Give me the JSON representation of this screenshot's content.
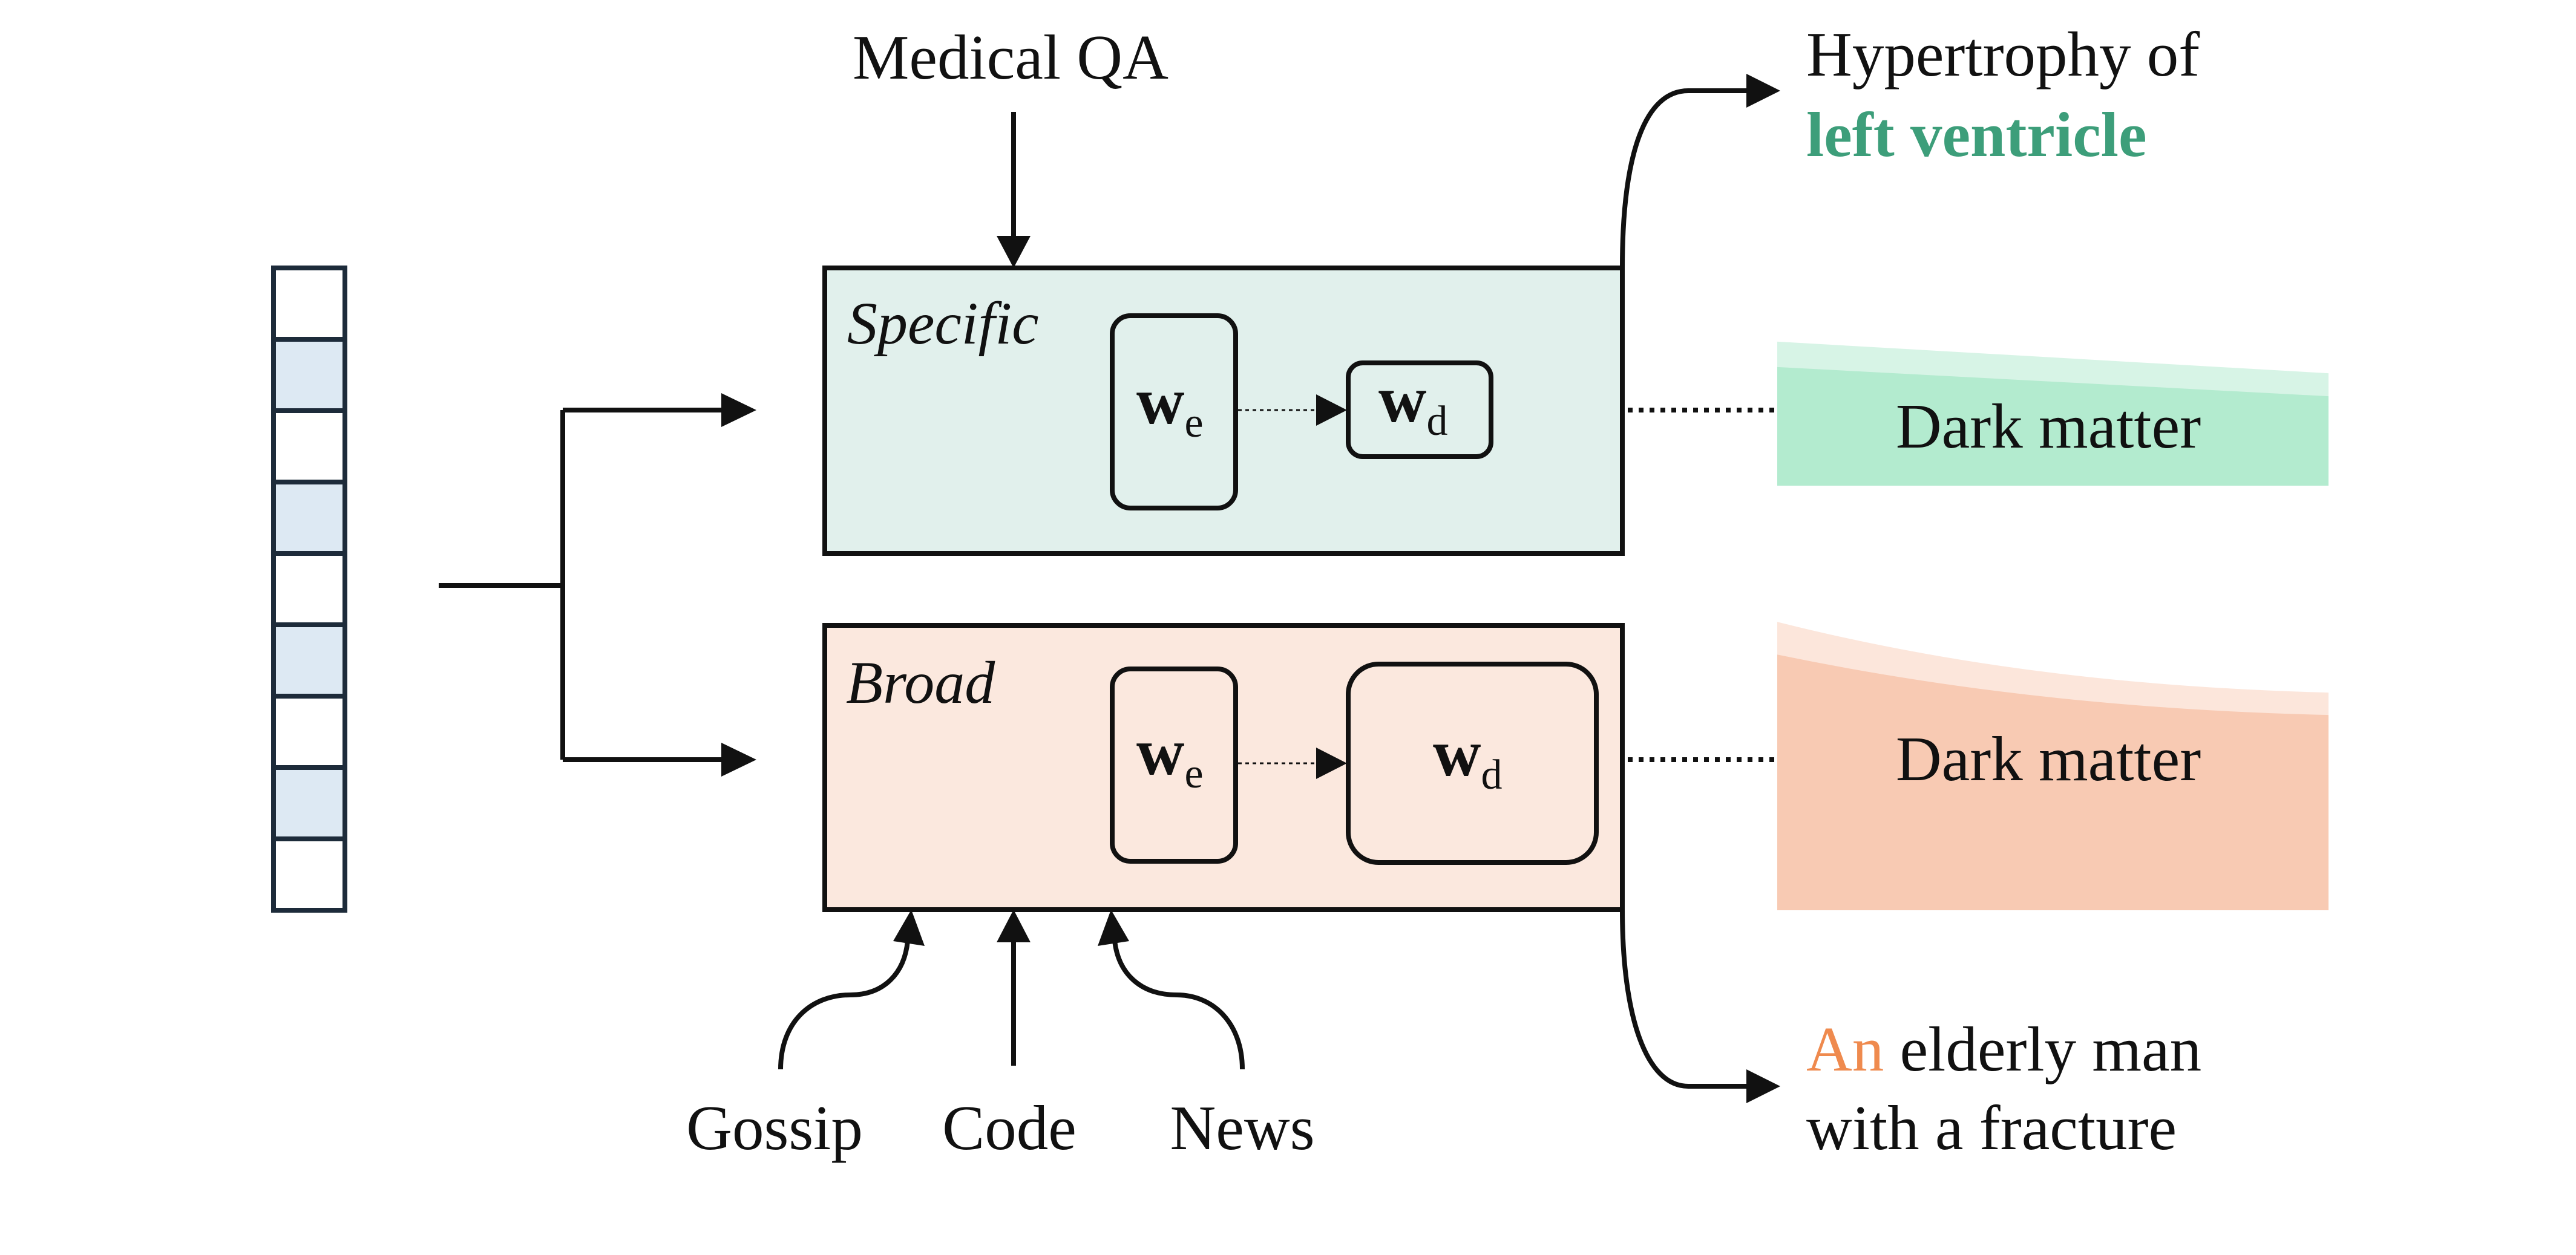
{
  "colors": {
    "specific_fill": "#e1f0ec",
    "broad_fill": "#fbe8de",
    "green_accent": "#3d9e7a",
    "orange_accent": "#ef8a4e",
    "green_wave": "#a8e8c8",
    "orange_wave": "#f7b89a",
    "cell_blue": "#dde9f3",
    "stroke": "#111111"
  },
  "vector": {
    "cells": [
      "white",
      "blue",
      "white",
      "blue",
      "white",
      "blue",
      "white",
      "blue",
      "white"
    ]
  },
  "top_input": {
    "label": "Medical QA"
  },
  "bottom_inputs": [
    {
      "label": "Gossip"
    },
    {
      "label": "Code"
    },
    {
      "label": "News"
    }
  ],
  "specific_box": {
    "title": "Specific",
    "encoder": {
      "symbol": "w",
      "subscript": "e"
    },
    "decoder": {
      "symbol": "w",
      "subscript": "d"
    }
  },
  "broad_box": {
    "title": "Broad",
    "encoder": {
      "symbol": "w",
      "subscript": "e"
    },
    "decoder": {
      "symbol": "w",
      "subscript": "d"
    }
  },
  "outputs": {
    "top": {
      "line1": "Hypertrophy of",
      "line2": "left ventricle"
    },
    "bottom": {
      "line1_accent": "An",
      "line1_rest": " elderly man",
      "line2": "with a fracture"
    }
  },
  "dark_matter": {
    "specific_label": "Dark matter",
    "broad_label": "Dark matter"
  }
}
